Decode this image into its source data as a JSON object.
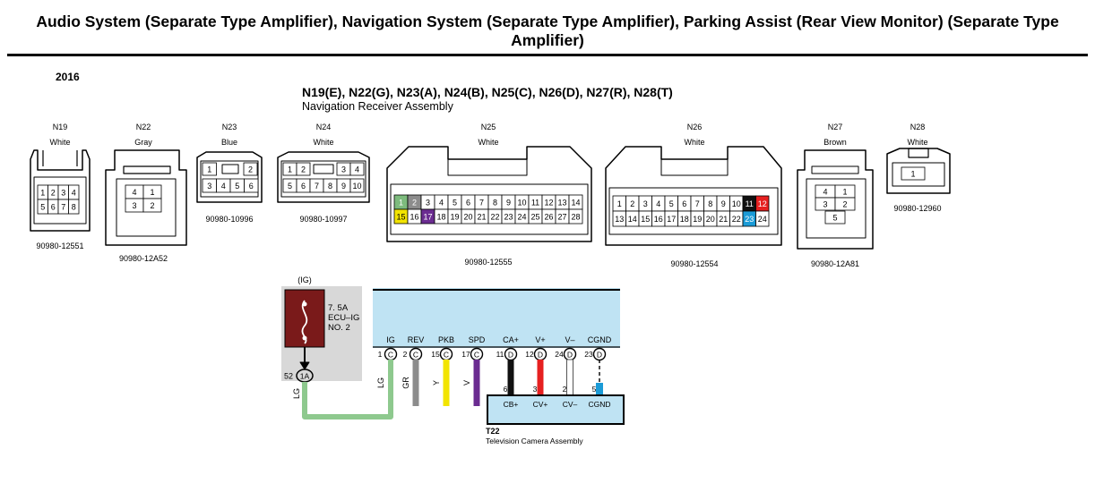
{
  "title": "Audio System (Separate Type Amplifier), Navigation System (Separate Type Amplifier), Parking Assist (Rear View Monitor) (Separate Type Amplifier)",
  "year": "2016",
  "assembly": {
    "codes": "N19(E), N22(G), N23(A), N24(B), N25(C), N26(D), N27(R), N28(T)",
    "name": "Navigation Receiver Assembly"
  },
  "connectors": [
    {
      "id": "N19",
      "color": "White",
      "part": "90980-12551"
    },
    {
      "id": "N22",
      "color": "Gray",
      "part": "90980-12A52"
    },
    {
      "id": "N23",
      "color": "Blue",
      "part": "90980-10996"
    },
    {
      "id": "N24",
      "color": "White",
      "part": "90980-10997"
    },
    {
      "id": "N25",
      "color": "White",
      "part": "90980-12555"
    },
    {
      "id": "N26",
      "color": "White",
      "part": "90980-12554"
    },
    {
      "id": "N27",
      "color": "Brown",
      "part": "90980-12A81"
    },
    {
      "id": "N28",
      "color": "White",
      "part": "90980-12960"
    }
  ],
  "fuse": {
    "ig": "(IG)",
    "line1": "7. 5A",
    "line2": "ECU–IG",
    "line3": "NO. 2",
    "pin": "52",
    "terminal": "1A",
    "wire": "LG"
  },
  "receiver_pins": [
    {
      "label": "IG",
      "pin": "1",
      "conn": "C",
      "wire": "LG",
      "color": "#8ec98e"
    },
    {
      "label": "REV",
      "pin": "2",
      "conn": "C",
      "wire": "GR",
      "color": "#8c8c8c"
    },
    {
      "label": "PKB",
      "pin": "15",
      "conn": "C",
      "wire": "Y",
      "color": "#f2e400"
    },
    {
      "label": "SPD",
      "pin": "17",
      "conn": "C",
      "wire": "V",
      "color": "#6b2c91"
    },
    {
      "label": "CA+",
      "pin": "11",
      "conn": "D",
      "wire": "",
      "color": "#111111"
    },
    {
      "label": "V+",
      "pin": "12",
      "conn": "D",
      "wire": "",
      "color": "#e62020"
    },
    {
      "label": "V–",
      "pin": "24",
      "conn": "D",
      "wire": "",
      "color": "#d0d0d0"
    },
    {
      "label": "CGND",
      "pin": "23",
      "conn": "D",
      "wire": "",
      "color": "#000000"
    }
  ],
  "camera": {
    "id": "T22",
    "name": "Television Camera Assembly",
    "pins": [
      {
        "pin": "6",
        "label": "CB+"
      },
      {
        "pin": "3",
        "label": "CV+"
      },
      {
        "pin": "2",
        "label": "CV–"
      },
      {
        "pin": "5",
        "label": "CGND"
      }
    ]
  },
  "colors": {
    "receiver_fill": "#bfe3f3",
    "fuse_bg": "#d8d8d8",
    "fuse_fill": "#7a1a1a",
    "lg_wire": "#8ec98e",
    "shield": "#1b9bd7"
  }
}
